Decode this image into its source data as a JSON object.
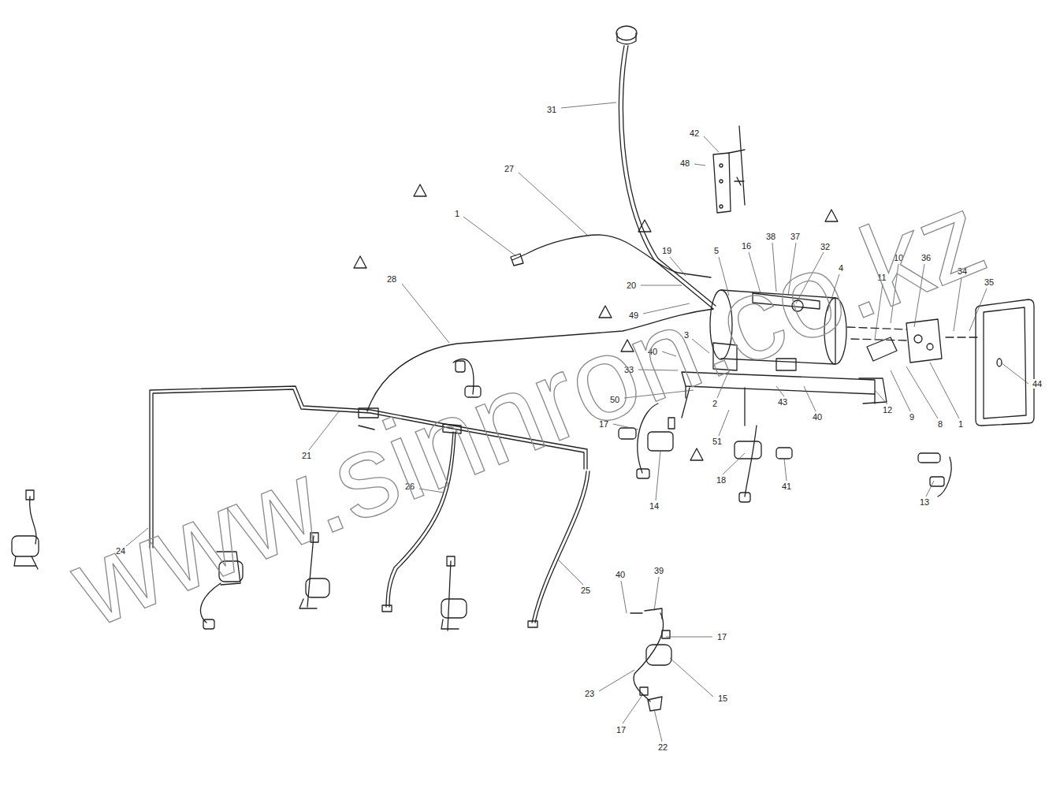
{
  "diagram": {
    "labels": [
      "31",
      "42",
      "48",
      "27",
      "1",
      "38",
      "37",
      "32",
      "16",
      "5",
      "19",
      "4",
      "10",
      "36",
      "11",
      "34",
      "35",
      "28",
      "20",
      "49",
      "3",
      "40",
      "33",
      "50",
      "2",
      "43",
      "40",
      "12",
      "9",
      "8",
      "1",
      "44",
      "17",
      "51",
      "18",
      "41",
      "14",
      "13",
      "21",
      "26",
      "24",
      "25",
      "40",
      "39",
      "17",
      "23",
      "15",
      "17",
      "22",
      "www.sinnron.co.kz"
    ]
  }
}
